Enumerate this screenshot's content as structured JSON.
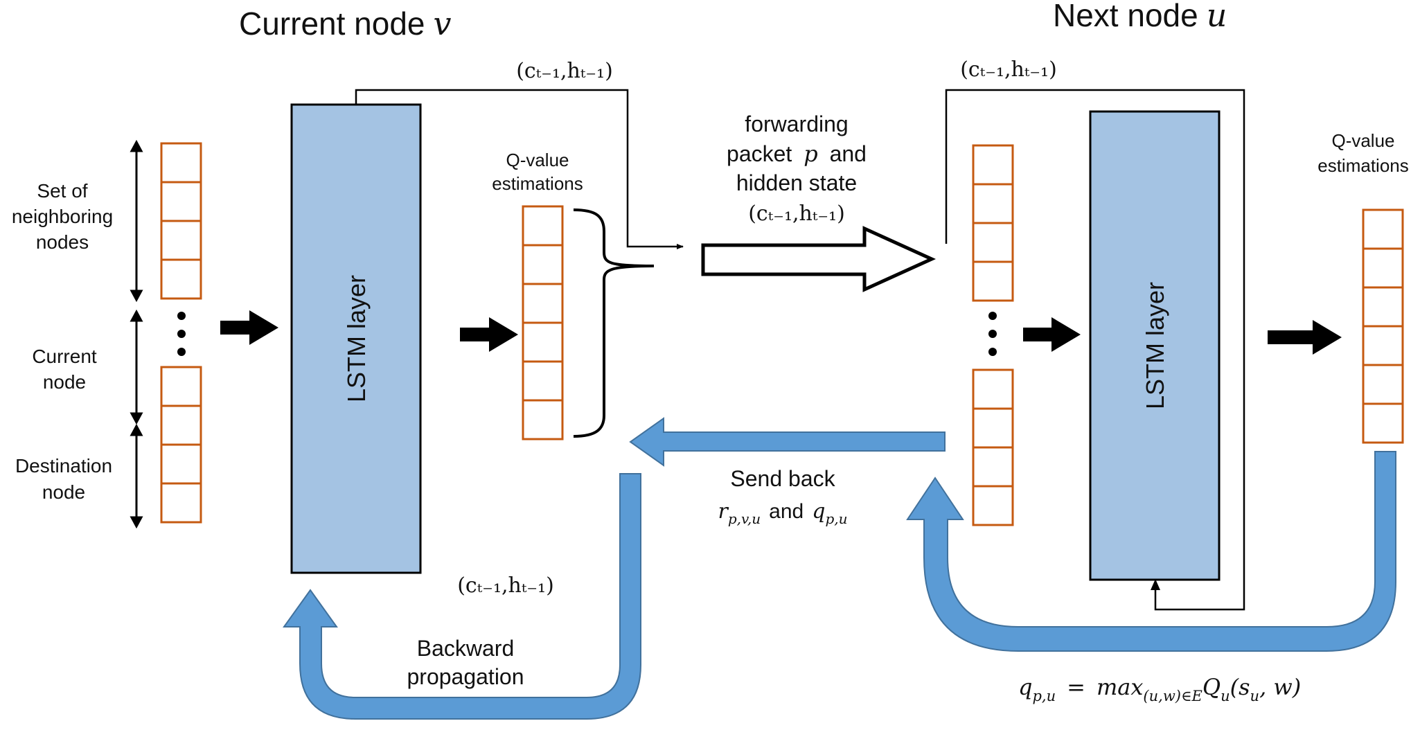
{
  "colors": {
    "lstm_fill": "#a4c3e3",
    "cell_stroke": "#c55a11",
    "blue_arrow": "#5b9bd5",
    "blue_arrow_edge": "#41719c",
    "line": "#000000"
  },
  "left_node": {
    "title": "Current node",
    "title_var": "v",
    "lstm_label": "LSTM layer",
    "q_label_line1": "Q-value",
    "q_label_line2": "estimations",
    "input_labels": {
      "set_line1": "Set of",
      "set_line2": "neighboring",
      "set_line3": "nodes",
      "current_line1": "Current",
      "current_line2": "node",
      "destination_line1": "Destination",
      "destination_line2": "node"
    },
    "state_top": "(cₜ₋₁,hₜ₋₁)",
    "state_bottom": "(cₜ₋₁,hₜ₋₁)"
  },
  "right_node": {
    "title": "Next node",
    "title_var": "u",
    "lstm_label": "LSTM layer",
    "q_label_line1": "Q-value",
    "q_label_line2": "estimations",
    "state_top": "(cₜ₋₁,hₜ₋₁)"
  },
  "forward": {
    "line1": "forwarding",
    "line2_text": "packet",
    "line2_var": "p",
    "line2_end": "and",
    "line3": "hidden state",
    "state": "(cₜ₋₁,hₜ₋₁)"
  },
  "send_back": {
    "line1": "Send back",
    "r_var": "r",
    "r_sub": "p,v,u",
    "and": "and",
    "q_var": "q",
    "q_sub": "p,u"
  },
  "backprop": {
    "line1": "Backward",
    "line2": "propagation"
  },
  "equation": {
    "lhs_var": "q",
    "lhs_sub": "p,u",
    "eq": "=",
    "max": "max",
    "max_sub": "(u,w)∈E",
    "Q": "Q",
    "Q_sub": "u",
    "args_open": "(",
    "s": "s",
    "s_sub": "u",
    "args_close": ", w)"
  },
  "ellipsis": "•"
}
